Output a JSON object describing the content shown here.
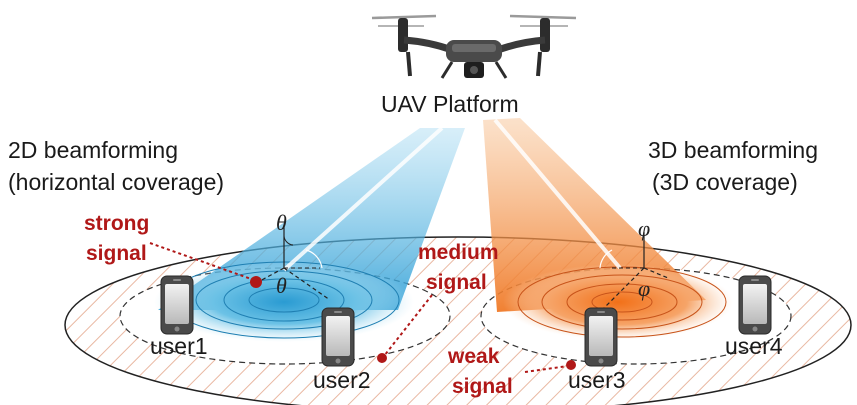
{
  "platform": {
    "label": "UAV Platform"
  },
  "left_caption": {
    "line1": "2D beamforming",
    "line2": "(horizontal coverage)"
  },
  "right_caption": {
    "line1": "3D beamforming",
    "line2": "(3D coverage)"
  },
  "angles": {
    "left_top": "θ",
    "left_bottom": "θ",
    "right_top": "φ",
    "right_bottom": "φ"
  },
  "signals": {
    "strong": {
      "line1": "strong",
      "line2": "signal"
    },
    "medium": {
      "line1": "medium",
      "line2": "signal"
    },
    "weak": {
      "line1": "weak",
      "line2": "signal"
    }
  },
  "users": {
    "user1": "user1",
    "user2": "user2",
    "user3": "user3",
    "user4": "user4"
  },
  "colors": {
    "blue_beam": "#3aa8d8",
    "orange_beam": "#f07a28",
    "signal_red": "#b01818",
    "hatch": "#e9b8a2"
  }
}
